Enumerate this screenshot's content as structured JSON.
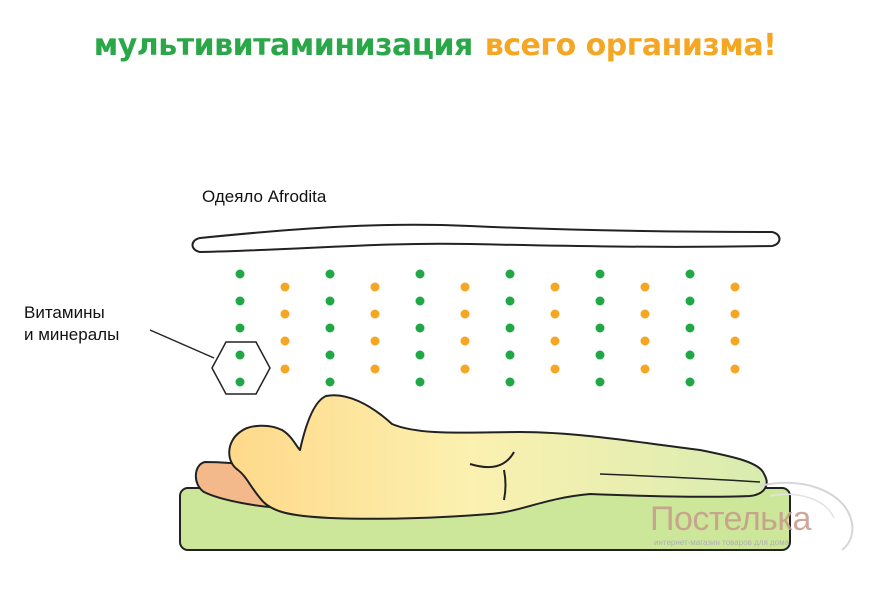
{
  "heading": {
    "part1": "мультивитаминизация",
    "part2": "всего организма!",
    "color1": "#2aa748",
    "color2": "#f5a623"
  },
  "labels": {
    "blanket": "Одеяло Afrodita",
    "vitamins_line1": "Витамины",
    "vitamins_line2": "и минералы"
  },
  "logo": {
    "name": "Постелька",
    "tagline": "интернет-магазин товаров для дома"
  },
  "colors": {
    "dot_green": "#1fa845",
    "dot_orange": "#f5a623",
    "mattress": "#cde79a",
    "pillow": "#f4b98a",
    "body_start": "#ffd98a",
    "body_end": "#d8ecb0"
  }
}
